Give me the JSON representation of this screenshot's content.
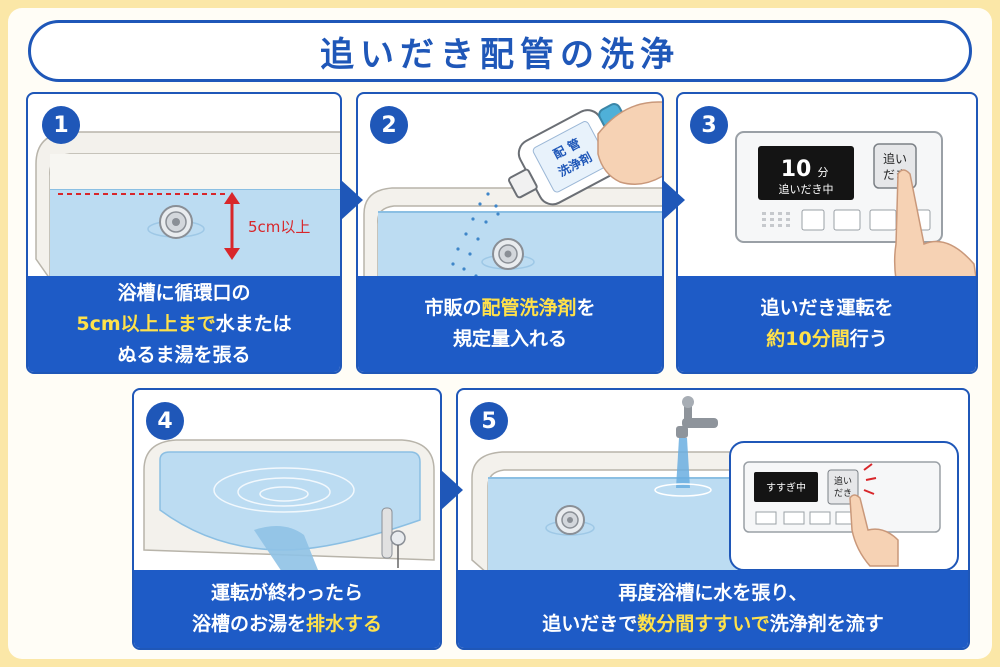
{
  "title": "追いだき配管の洗浄",
  "steps": [
    {
      "number": "1",
      "caption": [
        {
          "parts": [
            {
              "t": "浴槽に循環口の",
              "h": false
            }
          ]
        },
        {
          "parts": [
            {
              "t": "5cm以上上まで",
              "h": true
            },
            {
              "t": "水または",
              "h": false
            }
          ]
        },
        {
          "parts": [
            {
              "t": "ぬるま湯を張る",
              "h": false
            }
          ]
        }
      ],
      "measure_label": "5cm以上"
    },
    {
      "number": "2",
      "caption": [
        {
          "parts": [
            {
              "t": "市販の",
              "h": false
            },
            {
              "t": "配管洗浄剤",
              "h": true
            },
            {
              "t": "を",
              "h": false
            }
          ]
        },
        {
          "parts": [
            {
              "t": "規定量入れる",
              "h": false
            }
          ]
        }
      ],
      "bottle_label_1": "配 管",
      "bottle_label_2": "洗浄剤"
    },
    {
      "number": "3",
      "caption": [
        {
          "parts": [
            {
              "t": "追いだき運転を",
              "h": false
            }
          ]
        },
        {
          "parts": [
            {
              "t": "約10分間",
              "h": true
            },
            {
              "t": "行う",
              "h": false
            }
          ]
        }
      ],
      "display_minutes": "10",
      "display_unit": "分",
      "display_status": "追いだき中",
      "button_label_1": "追い",
      "button_label_2": "だき"
    },
    {
      "number": "4",
      "caption": [
        {
          "parts": [
            {
              "t": "運転が終わったら",
              "h": false
            }
          ]
        },
        {
          "parts": [
            {
              "t": "浴槽のお湯を",
              "h": false
            },
            {
              "t": "排水する",
              "h": true
            }
          ]
        }
      ]
    },
    {
      "number": "5",
      "caption": [
        {
          "parts": [
            {
              "t": "再度浴槽に水を張り、",
              "h": false
            }
          ]
        },
        {
          "parts": [
            {
              "t": "追いだきで",
              "h": false
            },
            {
              "t": "数分間すすいで",
              "h": true
            },
            {
              "t": "洗浄剤を流す",
              "h": false
            }
          ]
        }
      ],
      "display_status": "すすぎ中",
      "button_label_1": "追い",
      "button_label_2": "だき"
    }
  ],
  "colors": {
    "frame": "#fbe7a7",
    "primary": "#1f57b8",
    "caption_bg": "#1e5bc6",
    "highlight": "#ffe14a",
    "water": "#bcdcf2",
    "measure": "#d8262a"
  }
}
